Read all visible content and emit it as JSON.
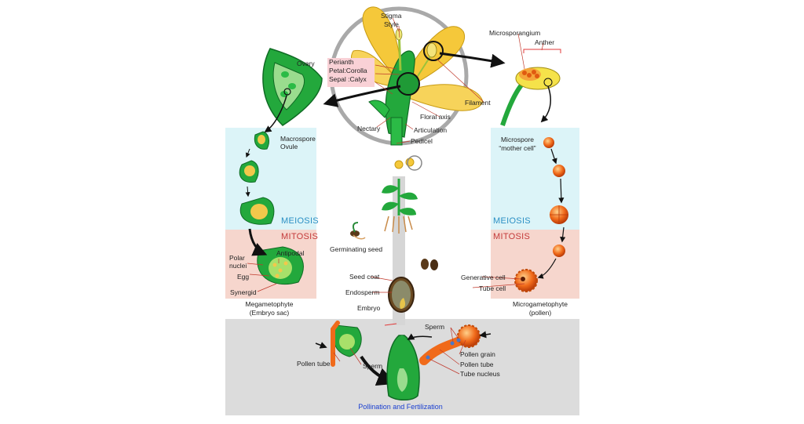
{
  "labels": {
    "stigma": "Stigma",
    "style": "Style",
    "microsporangium": "Microsporangium",
    "anther": "Anther",
    "ovary": "Ovary",
    "perianth": "Perianth",
    "petal": "Petal:Corolla",
    "sepal": "Sepal :Calyx",
    "filament": "Filament",
    "floral_axis": "Floral axis",
    "nectary": "Nectary",
    "articulation": "Articulation",
    "pedicel": "Pedicel",
    "macrospore_1": "Macrospore",
    "macrospore_2": "Ovule",
    "microspore_1": "Microspore",
    "microspore_2": "“mother cell”",
    "meiosis_left": "MEIOSIS",
    "meiosis_right": "MEIOSIS",
    "mitosis_left": "MITOSIS",
    "mitosis_right": "MITOSIS",
    "germinating_seed": "Germinating seed",
    "polar_nuclei_1": "Polar",
    "polar_nuclei_2": "nuclei",
    "antipodal": "Antipodal",
    "egg": "Egg",
    "synergid": "Synergid",
    "megagametophyte_1": "Megametophyte",
    "megagametophyte_2": "(Embryo sac)",
    "seed_coat": "Seed coat",
    "endosperm": "Endosperm",
    "embryo": "Embryo",
    "generative_cell": "Generative cell",
    "tube_cell": "Tube cell",
    "microgametophyte_1": "Microgametophyte",
    "microgametophyte_2": "(pollen)",
    "sperm_right": "Sperm",
    "pollen_grain": "Pollen grain",
    "pollen_tube_right": "Pollen tube",
    "tube_nucleus": "Tube nucleus",
    "pollen_tube_left": "Pollen tube",
    "sperm_left": "Sperm",
    "pollination": "Pollination and Fertilization"
  },
  "colors": {
    "petal": "#f5c83a",
    "green": "#23a83c",
    "dark_green": "#0f6b24",
    "orange": "#f06a1a",
    "meiosis_bg": "#dcf4f8",
    "mitosis_bg": "#f6d6cd",
    "bottom_bg": "#dcdcdc",
    "meiosis_text": "#2a8fc4",
    "mitosis_text": "#c43a3a",
    "pollination_text": "#1a3fd0"
  }
}
